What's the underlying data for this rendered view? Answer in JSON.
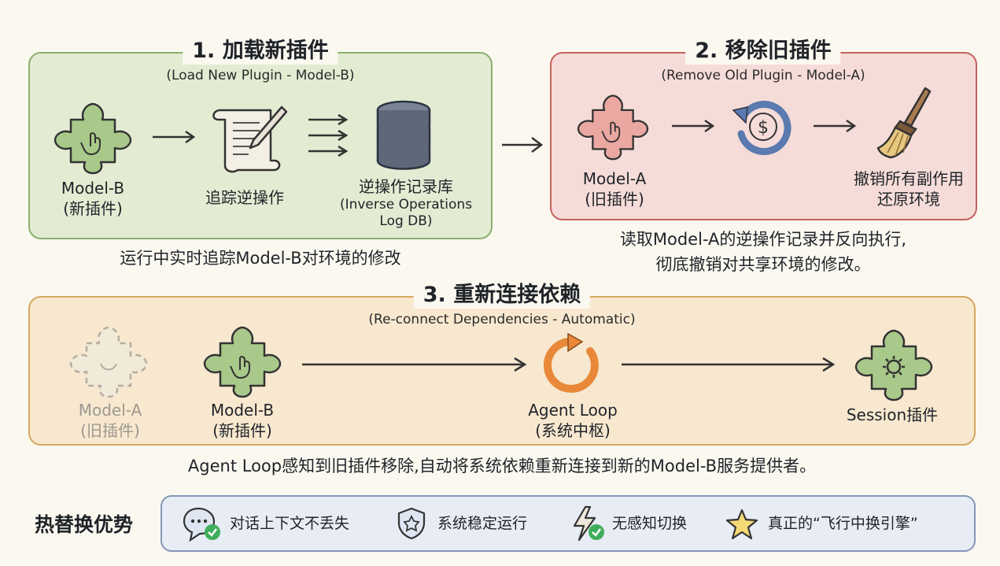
{
  "step1": {
    "title": "1. 加载新插件",
    "subtitle": "(Load New Plugin - Model-B)",
    "plugin_name": "Model-B",
    "plugin_tag": "(新插件)",
    "track_label": "追踪逆操作",
    "db_label": "逆操作记录库",
    "db_sub1": "(Inverse Operations",
    "db_sub2": "Log DB)",
    "caption": "运行中实时追踪Model-B对环境的修改"
  },
  "step2": {
    "title": "2. 移除旧插件",
    "subtitle": "(Remove Old Plugin - Model-A)",
    "plugin_name": "Model-A",
    "plugin_tag": "(旧插件)",
    "undo_label1": "撤销所有副作用",
    "undo_label2": "还原环境",
    "caption1": "读取Model-A的逆操作记录并反向执行,",
    "caption2": "彻底撤销对共享环境的修改。"
  },
  "step3": {
    "title": "3. 重新连接依赖",
    "subtitle": "(Re-connect Dependencies - Automatic)",
    "old_name": "Model-A",
    "old_tag": "(旧插件)",
    "new_name": "Model-B",
    "new_tag": "(新插件)",
    "loop_name": "Agent Loop",
    "loop_tag": "(系统中枢)",
    "session_label": "Session插件",
    "caption": "Agent Loop感知到旧插件移除,自动将系统依赖重新连接到新的Model-B服务提供者。"
  },
  "advantages": {
    "title": "热替换优势",
    "items": [
      {
        "icon": "chat-check-icon",
        "label": "对话上下文不丢失"
      },
      {
        "icon": "shield-icon",
        "label": "系统稳定运行"
      },
      {
        "icon": "lightning-check-icon",
        "label": "无感知切换"
      },
      {
        "icon": "star-icon",
        "label": "真正的“飞行中换引擎”"
      }
    ]
  },
  "colors": {
    "green": "#8cae6c",
    "red": "#c2635e",
    "orange": "#d7a85f",
    "blue": "#8797b8"
  }
}
